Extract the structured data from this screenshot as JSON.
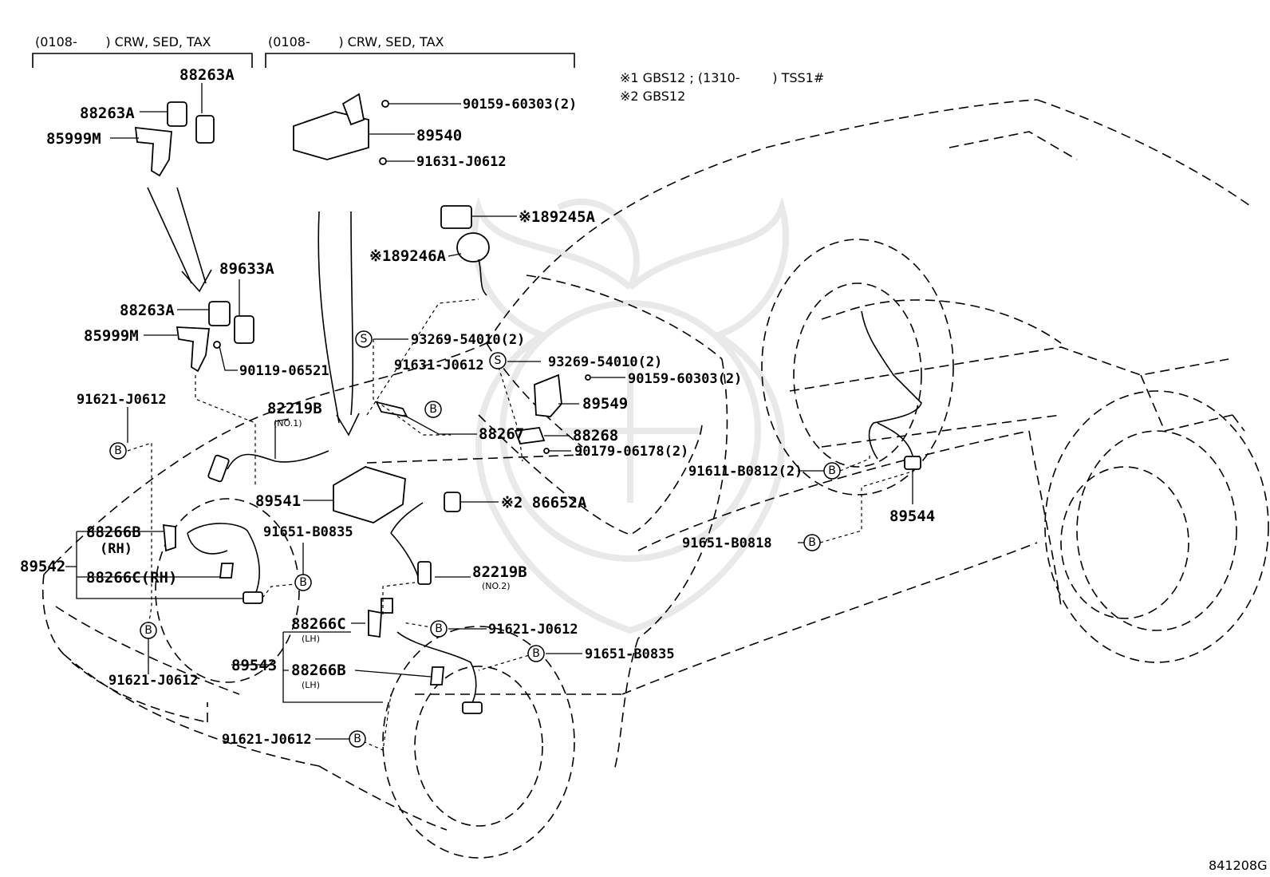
{
  "headers": {
    "left": "(0108-       ) CRW, SED, TAX",
    "right": "(0108-       ) CRW, SED, TAX"
  },
  "notes": {
    "note1": "※1 GBS12 ; (1310-        ) TSS1#",
    "note2": "※2 GBS12"
  },
  "symbols": {
    "bolt": "B",
    "screw": "S"
  },
  "parts": {
    "p88263A_top": "88263A",
    "p88263A_left": "88263A",
    "p85999M_top": "85999M",
    "p90159_top": "90159-60303(2)",
    "p89540": "89540",
    "p91631_top": "91631-J0612",
    "p89245A": "※189245A",
    "p89246A": "※189246A",
    "p89633A": "89633A",
    "p88263A_mid": "88263A",
    "p85999M_mid": "85999M",
    "p90119": "90119-06521",
    "p93269_a": "93269-54010(2)",
    "p93269_b": "93269-54010(2)",
    "p91631_mid": "91631-J0612",
    "p90159_mid": "90159-60303(2)",
    "p91621_left": "91621-J0612",
    "p82219B_1": "82219B",
    "p82219B_1_sub": "(NO.1)",
    "p89549": "89549",
    "p88267": "88267",
    "p88268": "88268",
    "p90179": "90179-06178(2)",
    "p91611": "91611-B0812(2)",
    "p89541": "89541",
    "p86652A": "※2 86652A",
    "p89544": "89544",
    "p88266B_rh": "88266B",
    "p88266B_rh_sub": "(RH)",
    "p89542": "89542",
    "p88266C_rh": "88266C(RH)",
    "p91651_mid": "91651-B0835",
    "p91651_right": "91651-B0818",
    "p82219B_2": "82219B",
    "p82219B_2_sub": "(NO.2)",
    "p88266C_lh": "88266C",
    "p88266C_lh_sub": "(LH)",
    "p91621_mid": "91621-J0612",
    "p91651_low": "91651-B0835",
    "p89543": "89543",
    "p88266B_lh": "88266B",
    "p88266B_lh_sub": "(LH)",
    "p91621_bl": "91621-J0612",
    "p91621_bot": "91621-J0612"
  },
  "diagram_id": "841208G"
}
